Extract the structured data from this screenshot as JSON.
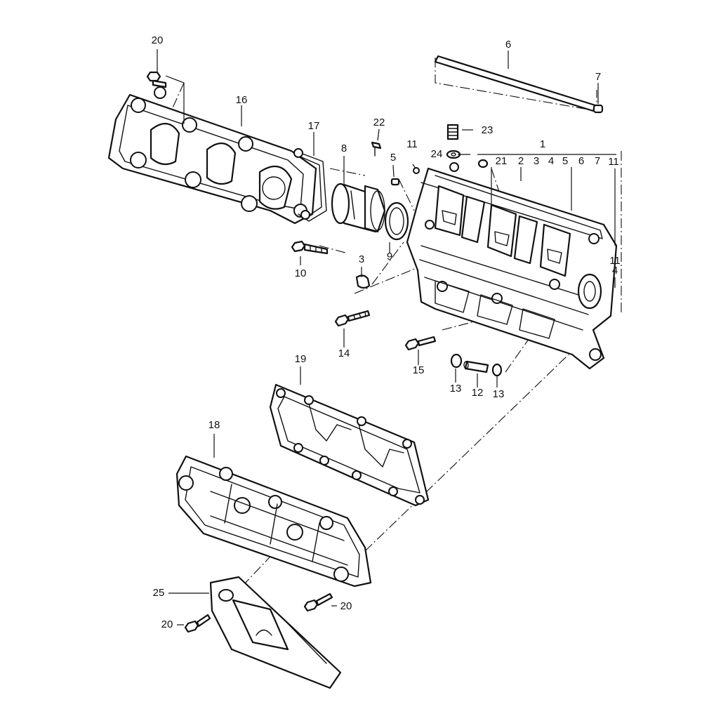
{
  "diagram": {
    "callouts": {
      "c1": "1",
      "c2": "2",
      "c3a": "3",
      "c4a": "4",
      "c5a": "5",
      "c6a": "6",
      "c7a": "7",
      "c11a": "11",
      "c3": "3",
      "c4": "4",
      "c5": "5",
      "c6": "6",
      "c7": "7",
      "c8": "8",
      "c9": "9",
      "c10": "10",
      "c11": "11",
      "c11b": "11",
      "c12": "12",
      "c13a": "13",
      "c13b": "13",
      "c14": "14",
      "c15": "15",
      "c16": "16",
      "c17": "17",
      "c18": "18",
      "c19": "19",
      "c20a": "20",
      "c20b": "20",
      "c20c": "20",
      "c21": "21",
      "c22": "22",
      "c23": "23",
      "c24": "24",
      "c25": "25"
    }
  }
}
